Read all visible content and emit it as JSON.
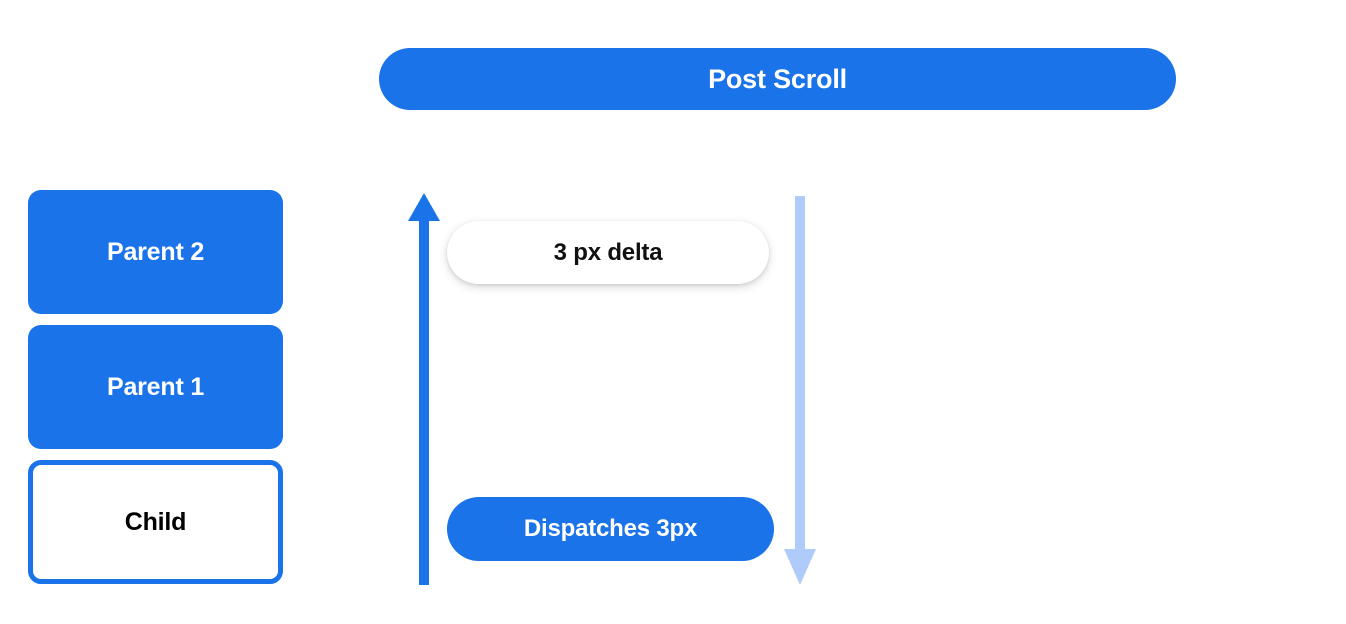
{
  "header": {
    "title": "Post Scroll",
    "accent_color": "#1a73e8",
    "text_color": "#ffffff"
  },
  "node_stack": {
    "boxes": [
      {
        "label": "Parent 2",
        "style": "filled",
        "fill": "#1a73e8",
        "text_color": "#ffffff"
      },
      {
        "label": "Parent 1",
        "style": "filled",
        "fill": "#1a73e8",
        "text_color": "#ffffff"
      },
      {
        "label": "Child",
        "style": "outlined",
        "fill": "#ffffff",
        "border_color": "#1a73e8",
        "text_color": "#000000"
      }
    ]
  },
  "flow": {
    "pills": [
      {
        "label": "3 px delta",
        "style": "white-shadow",
        "fill": "#ffffff",
        "text_color": "#111111"
      },
      {
        "label": "Dispatches 3px",
        "style": "filled",
        "fill": "#1a73e8",
        "text_color": "#ffffff"
      }
    ],
    "arrows": [
      {
        "name": "scroll-up-arrow",
        "direction": "up",
        "color": "#1a73e8"
      },
      {
        "name": "scroll-down-arrow",
        "direction": "down",
        "color": "#aecbfa"
      }
    ]
  },
  "colors": {
    "accent_blue": "#1a73e8",
    "light_blue": "#aecbfa",
    "background": "#ffffff",
    "text_dark": "#000000"
  }
}
